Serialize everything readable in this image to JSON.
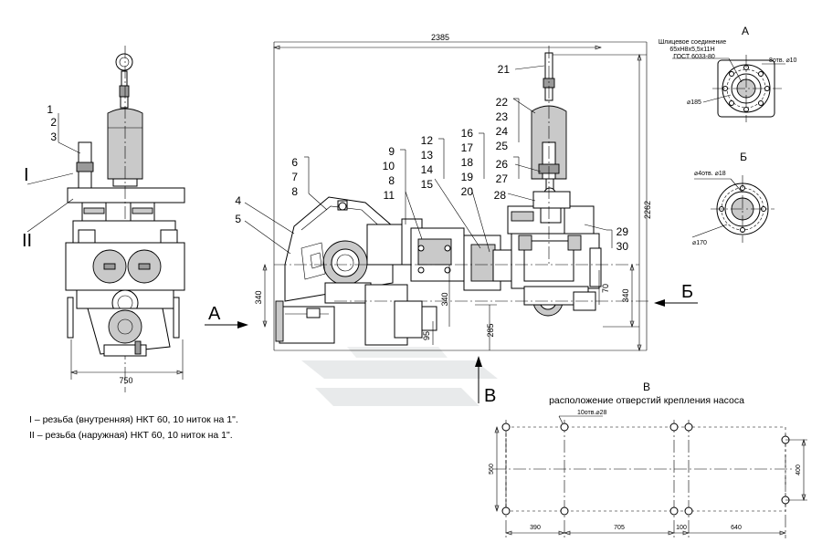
{
  "dimensions": {
    "overall_length": "2385",
    "overall_height": "2262",
    "side_width": "750",
    "inlet_height": "340",
    "outlet_height": "340",
    "offset_70": "70",
    "offset_95": "95",
    "offset_285": "285",
    "v_340": "340"
  },
  "part_numbers": {
    "left": [
      "1",
      "2",
      "3"
    ],
    "mid_a": [
      "6",
      "7",
      "8"
    ],
    "mid_b": [
      "4",
      "5"
    ],
    "mid_c": [
      "9",
      "10",
      "8",
      "11"
    ],
    "mid_d": [
      "12",
      "13",
      "14",
      "15"
    ],
    "mid_e": [
      "16",
      "17",
      "18",
      "19",
      "20"
    ],
    "right_a": [
      "21"
    ],
    "right_b": [
      "22",
      "23",
      "24",
      "25"
    ],
    "right_c": [
      "26",
      "27",
      "28"
    ],
    "right_d": [
      "29",
      "30"
    ]
  },
  "roman_labels": {
    "thread_in": "I",
    "thread_out": "II"
  },
  "view_labels": {
    "a": "А",
    "b": "Б",
    "v": "В"
  },
  "view_a": {
    "title": "А",
    "spline_1": "Шлицевое соединение",
    "spline_2": "65хН8х5,5х11Н",
    "gost": "ГОСТ 6033-80",
    "holes": "8отв. ⌀10",
    "dia": "⌀185"
  },
  "view_b": {
    "title": "Б",
    "holes": "⌀4отв. ⌀18",
    "dia": "⌀170"
  },
  "view_v": {
    "title": "В",
    "caption": "расположение отверстий крепления насоса",
    "holes": "10отв.⌀28",
    "d_390": "390",
    "d_705": "705",
    "d_100": "100",
    "d_640": "640",
    "d_560": "560",
    "d_400": "400"
  },
  "notes": [
    "I – резьба (внутренняя)  НКТ 60,  10 ниток на 1\".",
    "II – резьба (наружная)  НКТ 60,  10 ниток на 1\"."
  ]
}
